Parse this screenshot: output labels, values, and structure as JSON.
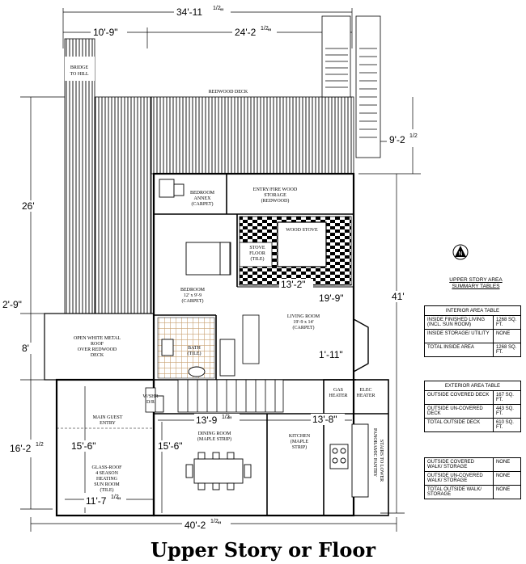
{
  "title": "Upper Story or Floor",
  "dimensions": {
    "overall_width": "34'-11",
    "overall_width_frac": "1/2",
    "west_section": "10'-9\"",
    "east_section": "24'-2",
    "east_section_frac": "1/2",
    "deck_depth": "9'-2",
    "deck_depth_frac": "1/2",
    "height_26": "26'",
    "height_2_9": "2'-9\"",
    "height_8": "8'",
    "height_16": "16'-2",
    "height_16_frac": "1/2",
    "height_41": "41'",
    "living_13_2": "13'-2\"",
    "living_19_9": "19'-9\"",
    "bay_1_11": "1'-11\"",
    "dining_13_9": "13'-9",
    "dining_13_9_frac": "1/2",
    "kitchen_13_8": "13'-8\"",
    "sun_15_6": "15'-6\"",
    "dining_15_6": "15'-6\"",
    "sun_11_7": "11'-7",
    "sun_11_7_frac": "1/2",
    "bottom_40_2": "40'-2",
    "bottom_40_2_frac": "1/2"
  },
  "rooms": {
    "bridge": [
      "BRIDGE",
      "TO HILL"
    ],
    "redwood_deck": "REDWOOD DECK",
    "bedroom_annex": [
      "BEDROOM",
      "ANNEX",
      "(CARPET)"
    ],
    "entry": [
      "ENTRY/FIRE WOOD",
      "STORAGE",
      "(REDWOOD)"
    ],
    "wood_stove": "WOOD STOVE",
    "stove_floor": [
      "STOVE",
      "FLOOR",
      "(TILE)"
    ],
    "bedroom": [
      "BEDROOM",
      "12' x 9'-9",
      "(CARPET)"
    ],
    "living": [
      "LIVING ROOM",
      "19'-9 x 14'",
      "(CARPET)"
    ],
    "roof": [
      "OPEN WHITE METAL",
      "ROOF",
      "OVER REDWOOD",
      "DECK"
    ],
    "bath": [
      "BATH",
      "(TILE)"
    ],
    "gas_heater": [
      "GAS",
      "HEATER"
    ],
    "elec_heater": [
      "ELEC",
      "HEATER"
    ],
    "main_entry": [
      "MAIN GUEST",
      "ENTRY"
    ],
    "washer": [
      "W/SHR",
      "D/R"
    ],
    "sun_room": [
      "GLASS-ROOF",
      "4 SEASON",
      "HEATING",
      "SUN ROOM",
      "(TILE)"
    ],
    "dining": [
      "DINING ROOM",
      "(MAPLE STRIP)"
    ],
    "kitchen": [
      "KITCHEN",
      "(MAPLE",
      "STRIP)"
    ],
    "pantry": [
      "PANORAMIC PANTRY",
      "STAIRS TO LOWER"
    ]
  },
  "summary_title": [
    "UPPER STORY AREA",
    "SUMMARY TABLES"
  ],
  "interior_table": {
    "header": "INTERIOR AREA TABLE",
    "rows": [
      {
        "label": "INSIDE FINISHED LIVING (INCL. SUN ROOM)",
        "value": "1268 SQ. FT."
      },
      {
        "label": "INSIDE STORAGE/ UTILITY",
        "value": "NONE"
      },
      {
        "label": "TOTAL INSIDE AREA",
        "value": "1268 SQ. FT."
      }
    ]
  },
  "exterior_table": {
    "header": "EXTERIOR AREA TABLE",
    "rows": [
      {
        "label": "OUTSIDE COVERED DECK",
        "value": "167 SQ. FT."
      },
      {
        "label": "OUTSIDE UN-COVERED DECK",
        "value": "443 SQ. FT."
      },
      {
        "label": "TOTAL OUTSIDE DECK",
        "value": "610 SQ. FT."
      }
    ]
  },
  "walkway_table": {
    "rows": [
      {
        "label": "OUTSIDE COVERED WALK/ STORAGE",
        "value": "NONE"
      },
      {
        "label": "OUTSIDE UN-COVERED WALK/ STORAGE",
        "value": "NONE"
      },
      {
        "label": "TOTAL OUTSIDE WALK/ STORAGE",
        "value": "NONE"
      }
    ]
  },
  "compass": "N",
  "colors": {
    "line": "#000000",
    "tile": "#c8a070"
  }
}
